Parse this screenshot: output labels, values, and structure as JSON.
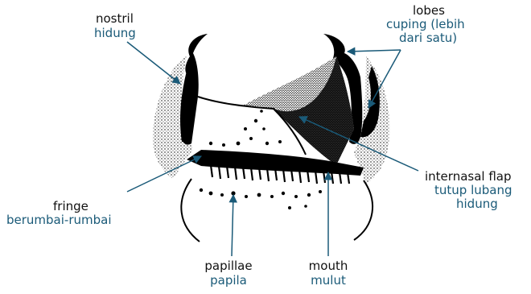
{
  "labels": {
    "nostril": {
      "en": "nostril",
      "tr": "hidung"
    },
    "lobes": {
      "en": "lobes",
      "tr_line1": "cuping (lebih",
      "tr_line2": "dari satu)"
    },
    "internasal_flap": {
      "en": "internasal flap",
      "tr_line1": "tutup  lubang",
      "tr_line2": "hidung"
    },
    "fringe": {
      "en": "fringe",
      "tr": "berumbai-rumbai"
    },
    "papillae": {
      "en": "papillae",
      "tr": "papila"
    },
    "mouth": {
      "en": "mouth",
      "tr": "mulut"
    }
  },
  "colors": {
    "english_text": "#111111",
    "translation_text": "#1a5a78",
    "leader_lines": "#1a5a78",
    "drawing": "#000000"
  }
}
